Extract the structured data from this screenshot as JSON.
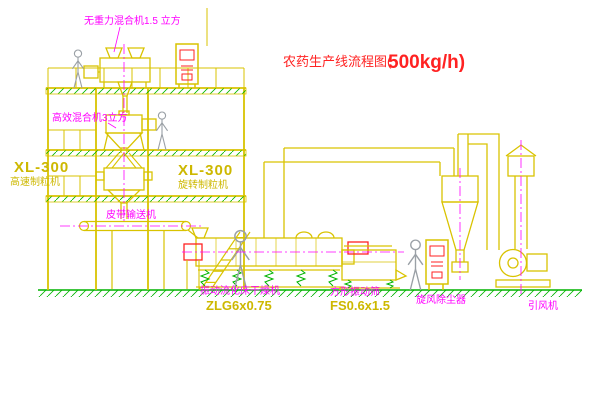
{
  "title": {
    "prefix": "农药生产线流程图(",
    "capacity": "500kg/h)"
  },
  "equipment_labels": {
    "gravity_mixer": "无重力混合机1.5 立方",
    "high_eff_mixer": "高效混合机3立方",
    "granulator_left": {
      "model": "XL-300",
      "name": "高速制粒机"
    },
    "granulator_center": {
      "model": "XL-300",
      "name": "旋转制粒机"
    },
    "belt_conveyor": "皮带输送机",
    "fluid_bed_dryer": {
      "name": "振动流化床干燥机",
      "model": "ZLG6x0.75"
    },
    "vibrating_sieve": {
      "name": "方形振动筛",
      "model": "FS0.6x1.5"
    },
    "cyclone": "旋风除尘器",
    "fan": "引风机"
  },
  "colors": {
    "line_yellow": "#d9c300",
    "detail_green": "#00b400",
    "label_magenta": "#ff00ff",
    "title_red": "#ff2222",
    "background": "#ffffff"
  }
}
